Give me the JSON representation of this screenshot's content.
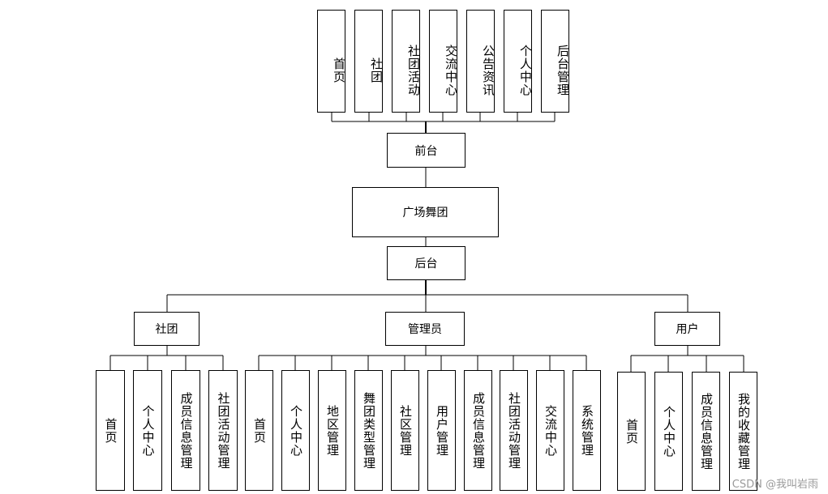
{
  "center": "广场舞团",
  "front": {
    "label": "前台",
    "items": [
      "首页",
      "社团",
      "社团活动",
      "交流中心",
      "公告资讯",
      "个人中心",
      "后台管理"
    ]
  },
  "back": {
    "label": "后台",
    "roles": [
      {
        "label": "社团",
        "items": [
          "首页",
          "个人中心",
          "成员信息管理",
          "社团活动管理"
        ]
      },
      {
        "label": "管理员",
        "items": [
          "首页",
          "个人中心",
          "地区管理",
          "舞团类型管理",
          "社区管理",
          "用户管理",
          "成员信息管理",
          "社团活动管理",
          "交流中心",
          "系统管理"
        ]
      },
      {
        "label": "用户",
        "items": [
          "首页",
          "个人中心",
          "成员信息管理",
          "我的收藏管理"
        ]
      }
    ]
  },
  "watermark": "CSDN @我叫岩雨"
}
